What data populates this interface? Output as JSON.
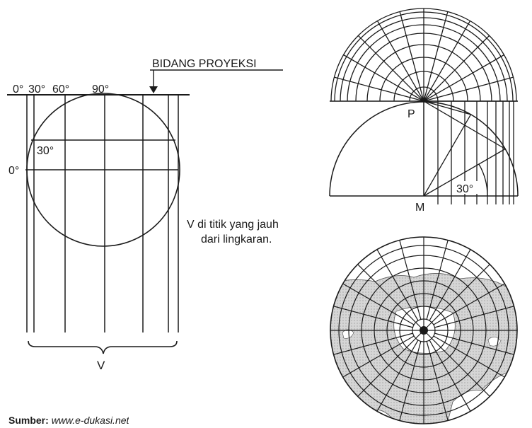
{
  "left_figure": {
    "plane_label": "BIDANG PROYEKSI",
    "top_angles": [
      "0°",
      "30°",
      "60°",
      "90°"
    ],
    "lat_30": "30°",
    "lat_0": "0°",
    "bottom_label": "V",
    "note_line1": "V di titik yang jauh",
    "note_line2": "dari lingkaran."
  },
  "top_right_figure": {
    "point_p": "P",
    "point_m": "M",
    "angle_label": "30°"
  },
  "footer": {
    "source_label": "Sumber:",
    "source_url": "www.e-dukasi.net"
  }
}
